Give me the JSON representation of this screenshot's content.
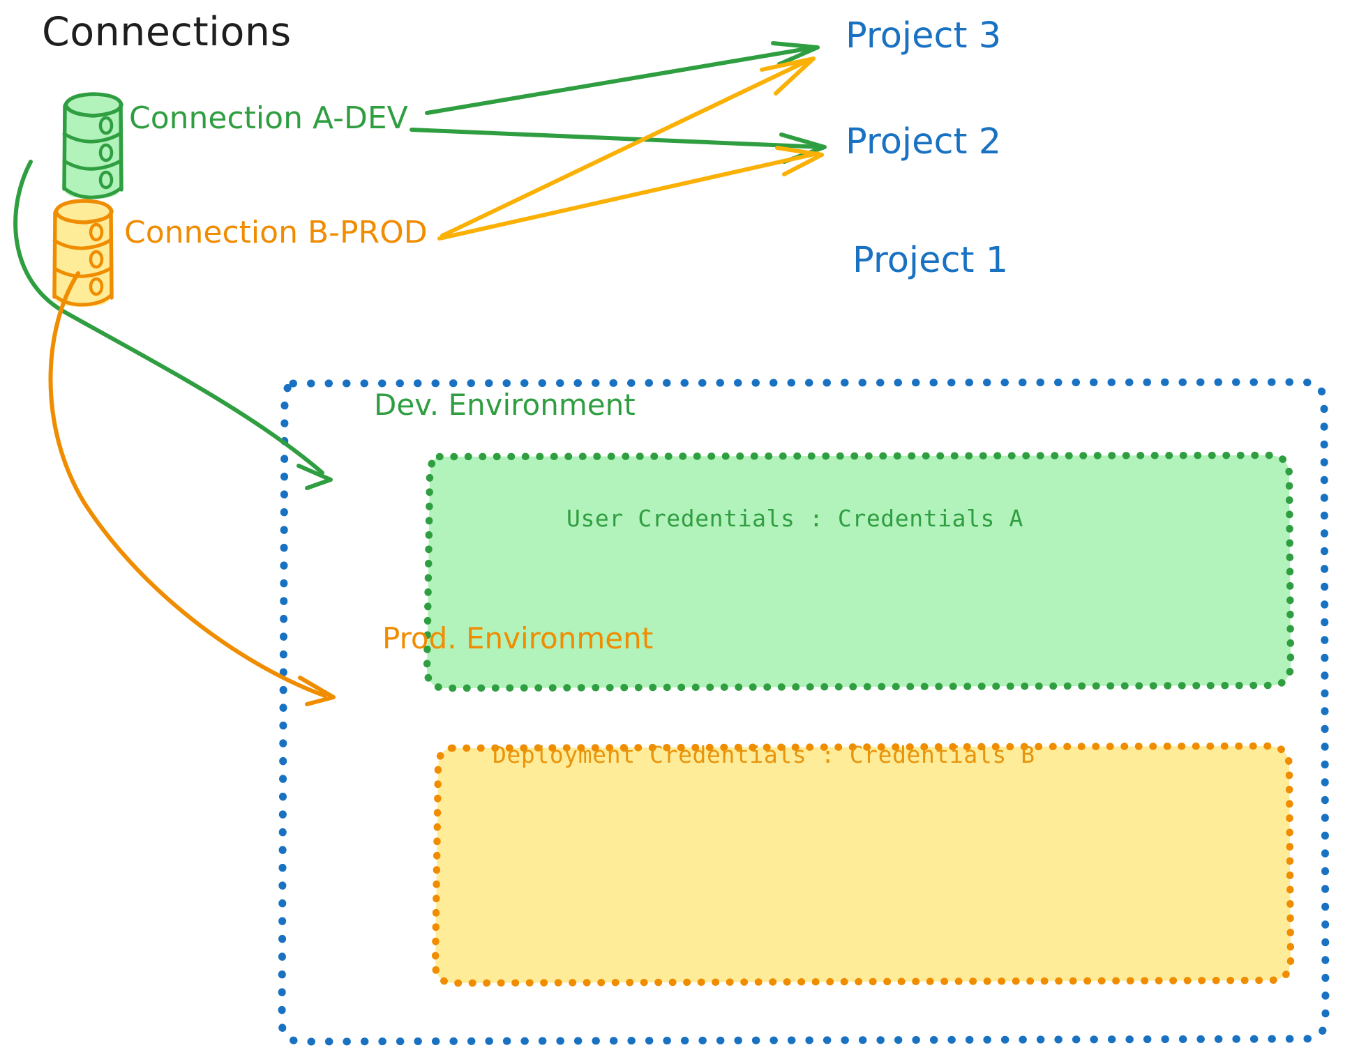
{
  "diagram": {
    "title": "Connections",
    "colors": {
      "green_stroke": "#2f9e41",
      "green_fill": "#b2f2bb",
      "orange_stroke": "#f08c00",
      "orange_fill": "#ffec99",
      "blue_text": "#1971c2",
      "blue_dotted": "#1971c2",
      "black_text": "#1e1e1e"
    },
    "connections": [
      {
        "id": "a-dev",
        "label": "Connection A-DEV",
        "color": "#2f9e41",
        "icon": "database-icon"
      },
      {
        "id": "b-prod",
        "label": "Connection B-PROD",
        "color": "#f08c00",
        "icon": "database-icon"
      }
    ],
    "projects": [
      {
        "id": "project-3",
        "label": "Project 3"
      },
      {
        "id": "project-2",
        "label": "Project 2"
      },
      {
        "id": "project-1",
        "label": "Project 1"
      }
    ],
    "environments": [
      {
        "id": "dev",
        "title": "Dev. Environment",
        "credentials_label": "User Credentials",
        "credentials_separator": ":",
        "credentials_value": "Credentials A",
        "credentials_line": "User Credentials : Credentials A",
        "fill": "#b2f2bb",
        "stroke": "#2f9e41"
      },
      {
        "id": "prod",
        "title": "Prod. Environment",
        "credentials_label": "Deployment Credentials",
        "credentials_separator": ":",
        "credentials_value": "Credentials B",
        "credentials_line": "Deployment Credentials : Credentials B",
        "fill": "#ffec99",
        "stroke": "#f08c00"
      }
    ],
    "edges": [
      {
        "id": "a-dev-to-project-3",
        "from": "a-dev",
        "to": "project-3",
        "color": "#2f9e41"
      },
      {
        "id": "a-dev-to-project-2",
        "from": "a-dev",
        "to": "project-2",
        "color": "#2f9e41"
      },
      {
        "id": "a-dev-to-dev-env",
        "from": "a-dev",
        "to": "dev",
        "color": "#2f9e41"
      },
      {
        "id": "b-prod-to-project-3",
        "from": "b-prod",
        "to": "project-3",
        "color": "#f5a623"
      },
      {
        "id": "b-prod-to-project-2",
        "from": "b-prod",
        "to": "project-2",
        "color": "#f5a623"
      },
      {
        "id": "b-prod-to-prod-env",
        "from": "b-prod",
        "to": "prod",
        "color": "#f08c00"
      }
    ]
  }
}
